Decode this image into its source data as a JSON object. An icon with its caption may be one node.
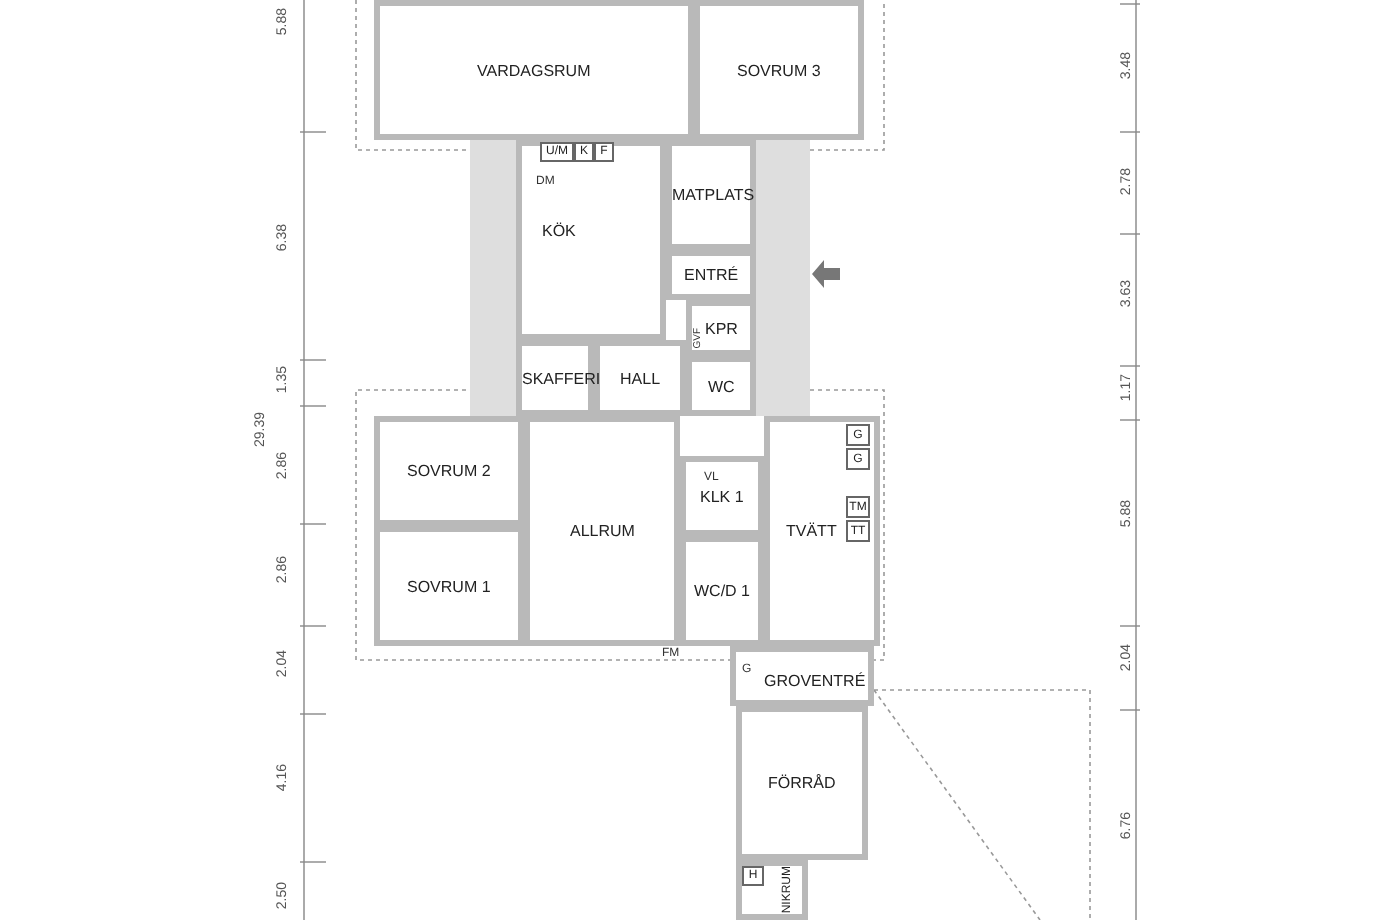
{
  "diagram": {
    "nodes": [
      {
        "text": [
          "VARDAGSRUM"
        ]
      },
      {
        "text": [
          "SOVRUM 3"
        ]
      },
      {
        "text": [
          "KÖK"
        ]
      },
      {
        "text": [
          "U/M"
        ],
        "in": 2
      },
      {
        "text": [
          "K"
        ],
        "in": 2
      },
      {
        "text": [
          "F"
        ],
        "in": 2
      },
      {
        "text": [
          "MATPLATS"
        ]
      },
      {
        "text": [
          "ENTRÉ"
        ]
      },
      {
        "text": [
          "KPR"
        ]
      },
      {
        "text": [
          "HALL"
        ]
      },
      {
        "text": [
          "SKAFFERI"
        ]
      },
      {
        "text": [
          "WC"
        ]
      },
      {
        "text": [
          "SOVRUM 2"
        ]
      },
      {
        "text": [
          "ALLRUM"
        ]
      },
      {
        "text": [
          "KLK 1"
        ]
      },
      {
        "text": [
          "TVÄTT"
        ]
      },
      {
        "text": [
          "G"
        ],
        "in": 15
      },
      {
        "text": [
          "G"
        ],
        "in": 15
      },
      {
        "text": [
          "TM"
        ],
        "in": 15
      },
      {
        "text": [
          "TT"
        ],
        "in": 15
      },
      {
        "text": [
          "SOVRUM 1"
        ]
      },
      {
        "text": [
          "WC/D 1"
        ]
      },
      {
        "text": [
          "GROVENTRÉ"
        ]
      },
      {
        "text": [
          "FÖRRÅD"
        ]
      },
      {
        "text": [
          "NIKRUM"
        ]
      },
      {
        "text": [
          "H"
        ],
        "in": 24
      }
    ],
    "labels": [
      "DM",
      "GVF",
      "VL",
      "FM",
      "G",
      "5.88",
      "6.38",
      "1.35",
      "29.39",
      "2.86",
      "2.86",
      "2.04",
      "4.16",
      "2.50",
      "3.48",
      "2.78",
      "3.63",
      "1.17",
      "5.88",
      "2.04",
      "6.76"
    ]
  }
}
